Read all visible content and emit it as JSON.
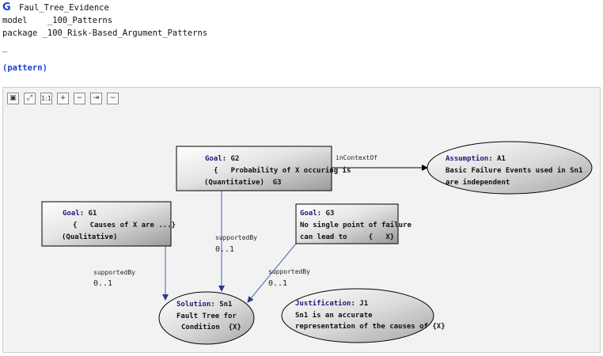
{
  "header": {
    "title": "Faul_Tree_Evidence",
    "model_line": "model    _100_Patterns",
    "package_line": "package _100_Risk-Based_Argument_Patterns",
    "underscore": "_",
    "pattern_label": "(pattern)"
  },
  "toolbar": {
    "buttons": [
      {
        "name": "layout-icon",
        "glyph": "▣"
      },
      {
        "name": "fit-icon",
        "glyph": "⤢"
      },
      {
        "name": "actual-size-icon",
        "glyph": "1:1"
      },
      {
        "name": "zoom-in-icon",
        "glyph": "+"
      },
      {
        "name": "zoom-out-icon",
        "glyph": "−"
      },
      {
        "name": "connector-icon",
        "glyph": "⇥"
      },
      {
        "name": "wave-icon",
        "glyph": "∼"
      }
    ]
  },
  "diagram": {
    "nodes": {
      "g2": {
        "keyword": "Goal",
        "id": "G2",
        "line1": "{   Probability of X occuring is",
        "line2": "(Quantitative)  G3"
      },
      "g1": {
        "keyword": "Goal",
        "id": "G1",
        "line1": "{   Causes of X are ...}",
        "line2": "(Qualitative)"
      },
      "g3": {
        "keyword": "Goal",
        "id": "G3",
        "line1": "No single point of failure",
        "line2": "can lead to     {   X}"
      },
      "a1": {
        "keyword": "Assumption",
        "id": "A1",
        "line1": "Basic Failure Events used in Sn1",
        "line2": "are independent"
      },
      "sn1": {
        "keyword": "Solution",
        "id": "Sn1",
        "line1": "Fault Tree for",
        "line2": "Condition  {X}"
      },
      "j1": {
        "keyword": "Justification",
        "id": "J1",
        "line1": "Sn1 is an accurate",
        "line2": "representation of the causes of {X}"
      }
    },
    "edges": {
      "g2_a1": {
        "label": "inContextOf"
      },
      "g2_sn1": {
        "label": "supportedBy",
        "multiplicity": "0..1"
      },
      "g1_sn1": {
        "label": "supportedBy",
        "multiplicity": "0..1"
      },
      "g3_sn1": {
        "label": "supportedBy",
        "multiplicity": "0..1"
      }
    }
  }
}
